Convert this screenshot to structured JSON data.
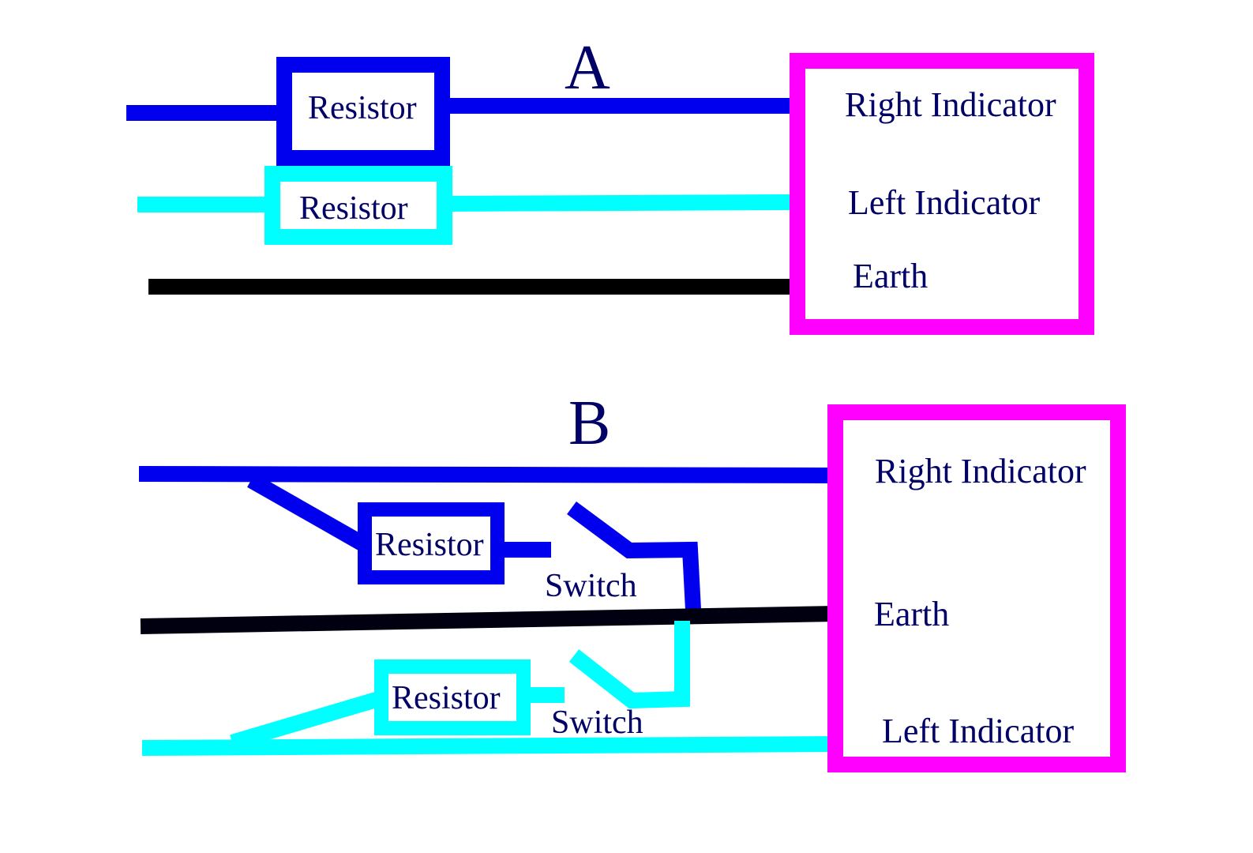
{
  "colors": {
    "right_wire": "#0000ee",
    "left_wire": "#00ffff",
    "earth_wire": "#000000",
    "indicator_box": "#ff00ff",
    "text": "#000066",
    "background": "#ffffff"
  },
  "diagram_a": {
    "title": "A",
    "right_resistor_label": "Resistor",
    "left_resistor_label": "Resistor",
    "box_labels": {
      "right": "Right Indicator",
      "left": "Left Indicator",
      "earth": "Earth"
    }
  },
  "diagram_b": {
    "title": "B",
    "right_resistor_label": "Resistor",
    "right_switch_label": "Switch",
    "left_resistor_label": "Resistor",
    "left_switch_label": "Switch",
    "box_labels": {
      "right": "Right Indicator",
      "earth": "Earth",
      "left": "Left Indicator"
    }
  }
}
